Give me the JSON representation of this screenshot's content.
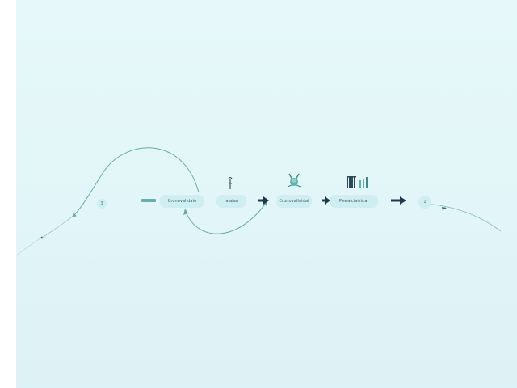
{
  "diagram": {
    "nodes": {
      "start_circle": {
        "label": "3"
      },
      "step1": {
        "label": "Cronovalidaio"
      },
      "step2": {
        "label": "Iaiaiaa"
      },
      "step3": {
        "label": "Cronovailaidai"
      },
      "step4": {
        "label": "Powaiciaisidai"
      },
      "end_circle": {
        "label": "1"
      }
    },
    "icons": {
      "step2_top": "pen-nib-icon",
      "step3_top": "flask-icon",
      "step4_top": "bar-chart-icon"
    },
    "colors": {
      "background": "#e3f6f8",
      "pill": "#cfeef1",
      "pill_text": "#2c5f66",
      "curve": "#6aa9a9",
      "arrow": "#1f3a4a",
      "accent_bar": "#5fb2ae"
    }
  }
}
